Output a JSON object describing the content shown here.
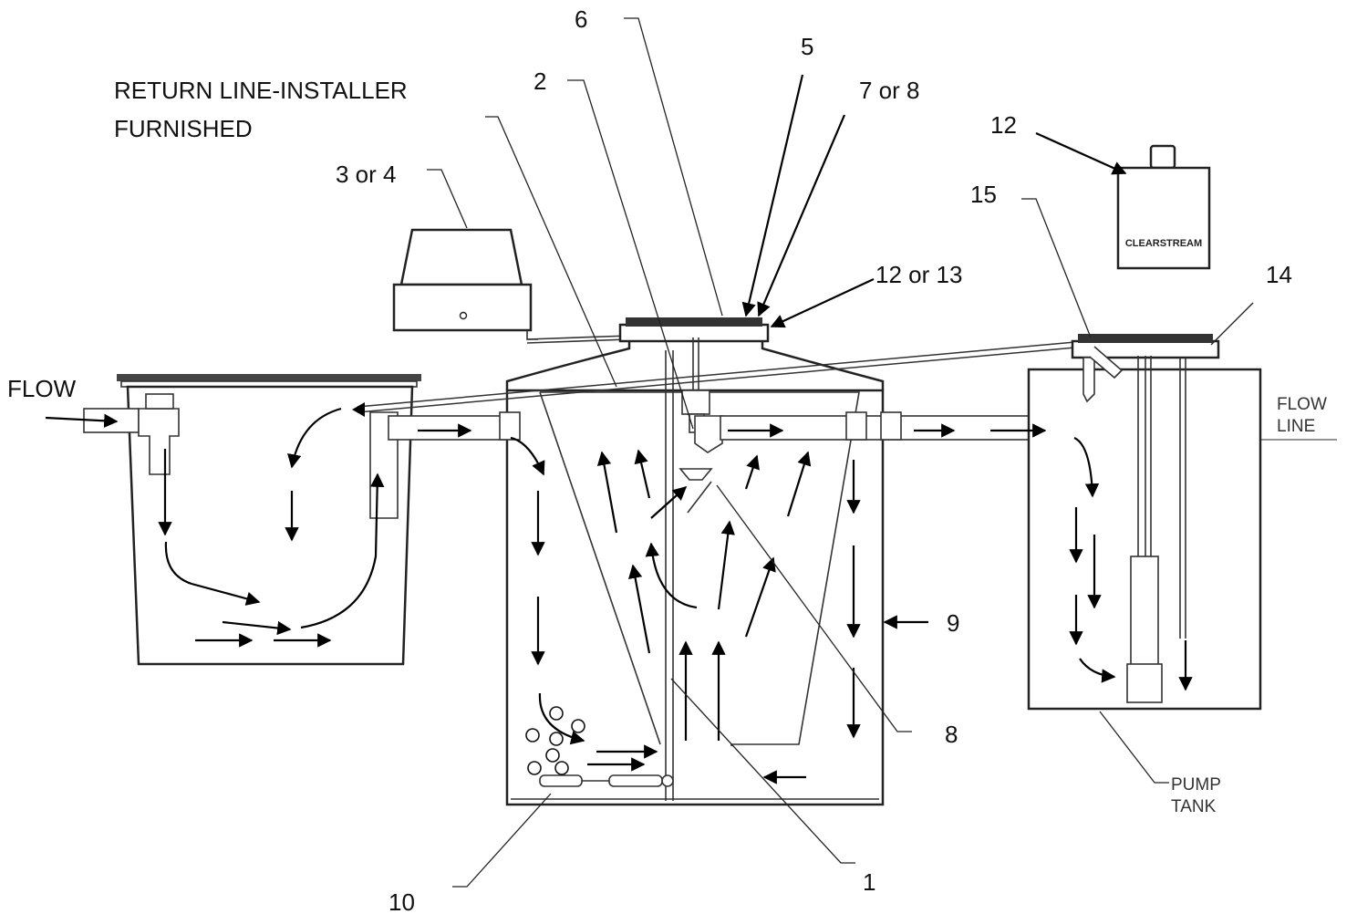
{
  "labels": {
    "return_line_1": "RETURN LINE-INSTALLER",
    "return_line_2": "FURNISHED",
    "flow": "FLOW",
    "flow_line_1": "FLOW",
    "flow_line_2": "LINE",
    "pump_tank_1": "PUMP",
    "pump_tank_2": "TANK",
    "brand": "CLEARSTREAM",
    "callouts": {
      "c1": "1",
      "c2": "2",
      "c3_4": "3 or 4",
      "c5": "5",
      "c6": "6",
      "c7_8": "7 or 8",
      "c8": "8",
      "c9": "9",
      "c10": "10",
      "c12": "12",
      "c12_13": "12 or 13",
      "c14": "14",
      "c15": "15"
    }
  },
  "colors": {
    "line": "#222222",
    "arrow": "#000000",
    "background": "#ffffff"
  }
}
